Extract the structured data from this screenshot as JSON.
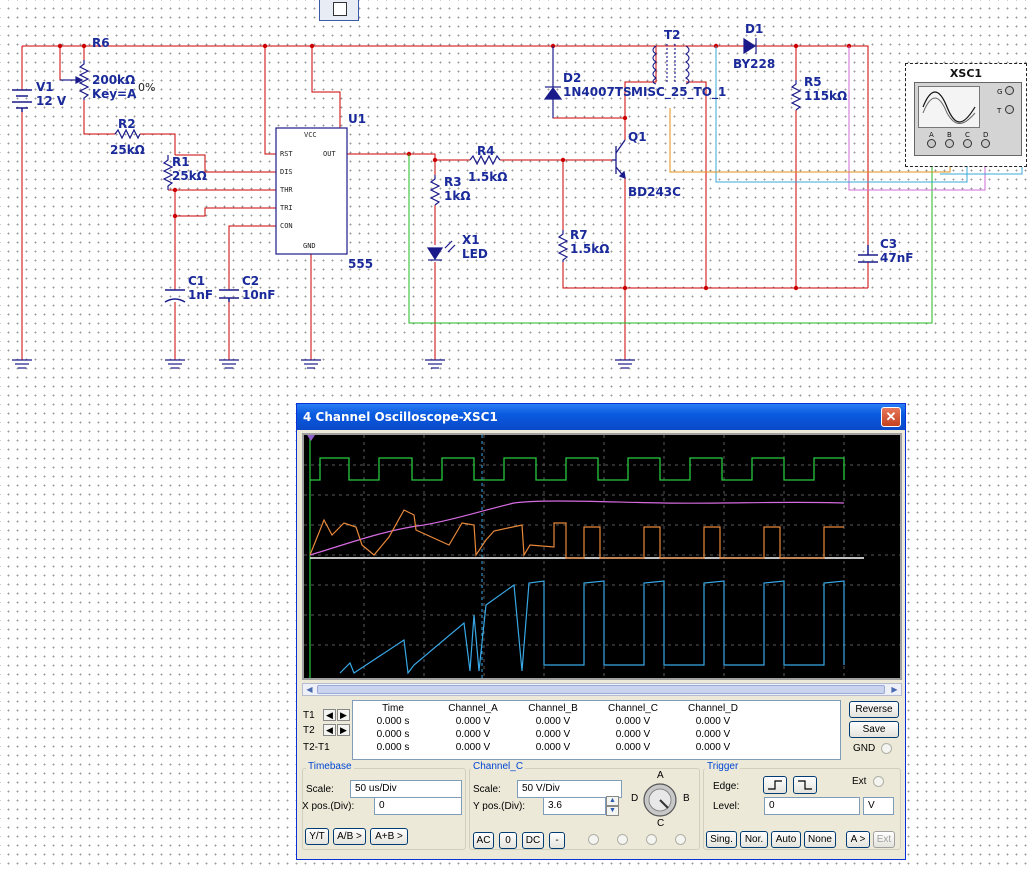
{
  "schematic": {
    "labels": {
      "r6": "R6",
      "r6_value": "200kΩ",
      "r6_key": "Key=A",
      "r6_percent": "0%",
      "v1": "V1",
      "v1_value": "12 V",
      "r2": "R2",
      "r2_value": "25kΩ",
      "r1": "R1",
      "r1_value": "25kΩ",
      "c1": "C1",
      "c1_value": "1nF",
      "c2": "C2",
      "c2_value": "10nF",
      "u1": "U1",
      "u1_type": "555",
      "r3": "R3",
      "r3_value": "1kΩ",
      "x1": "X1",
      "x1_value": "LED",
      "r4": "R4",
      "r4_value": "1.5kΩ",
      "r7": "R7",
      "r7_value": "1.5kΩ",
      "d2": "D2",
      "d2_value": "1N4007TS",
      "t2": "T2",
      "t2_value": "MISC_25_TO_1",
      "q1": "Q1",
      "q1_value": "BD243C",
      "d1": "D1",
      "d1_value": "BY228",
      "r5": "R5",
      "r5_value": "115kΩ",
      "c3": "C3",
      "c3_value": "47nF",
      "xsc1": "XSC1"
    },
    "u1_pins": {
      "vcc": "VCC",
      "rst": "RST",
      "out": "OUT",
      "dis": "DIS",
      "thr": "THR",
      "tri": "TRI",
      "con": "CON",
      "gnd": "GND"
    },
    "xsc1_terminals": {
      "g": "G",
      "t": "T",
      "a": "A",
      "b": "B",
      "c": "C",
      "d": "D"
    }
  },
  "oscilloscope": {
    "title": "4 Channel Oscilloscope-XSC1",
    "close_glyph": "✕",
    "measurement": {
      "headers": [
        "Time",
        "Channel_A",
        "Channel_B",
        "Channel_C",
        "Channel_D"
      ],
      "rows": [
        {
          "label": "T1",
          "values": [
            "0.000 s",
            "0.000 V",
            "0.000 V",
            "0.000 V",
            "0.000 V"
          ]
        },
        {
          "label": "T2",
          "values": [
            "0.000 s",
            "0.000 V",
            "0.000 V",
            "0.000 V",
            "0.000 V"
          ]
        },
        {
          "label": "T2-T1",
          "values": [
            "0.000 s",
            "0.000 V",
            "0.000 V",
            "0.000 V",
            "0.000 V"
          ]
        }
      ]
    },
    "side_buttons": {
      "reverse": "Reverse",
      "save": "Save",
      "gnd": "GND"
    },
    "timebase": {
      "title": "Timebase",
      "scale_label": "Scale:",
      "scale_value": "50 us/Div",
      "xpos_label": "X pos.(Div):",
      "xpos_value": "0",
      "buttons": [
        "Y/T",
        "A/B >",
        "A+B >"
      ]
    },
    "channel": {
      "title": "Channel_C",
      "scale_label": "Scale:",
      "scale_value": "50  V/Div",
      "ypos_label": "Y pos.(Div):",
      "ypos_value": "3.6",
      "coupling": [
        "AC",
        "0",
        "DC",
        "-"
      ],
      "knob": {
        "a": "A",
        "b": "B",
        "c": "C",
        "d": "D"
      }
    },
    "trigger": {
      "title": "Trigger",
      "edge_label": "Edge:",
      "ext_label": "Ext",
      "level_label": "Level:",
      "level_value": "0",
      "level_unit": "V",
      "buttons": [
        "Sing.",
        "Nor.",
        "Auto",
        "None",
        "A >",
        "Ext"
      ]
    },
    "colors": {
      "channel_a": "#27c93f",
      "channel_b": "#d56ae0",
      "channel_c": "#e8883a",
      "channel_d": "#39a8e6",
      "ref": "#ffffff"
    }
  }
}
